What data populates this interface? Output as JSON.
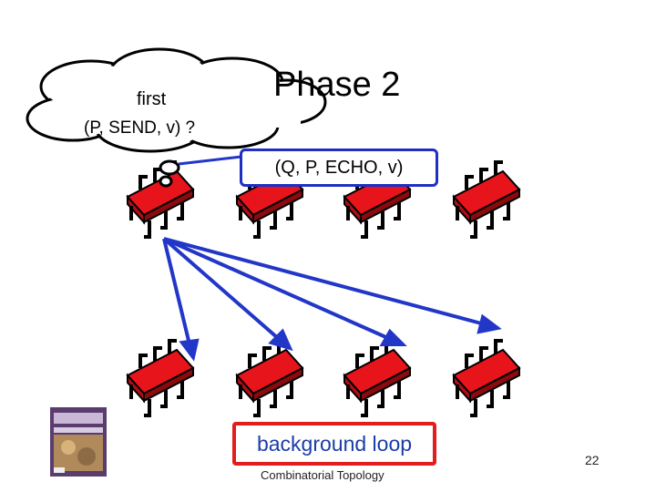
{
  "slide": {
    "title": "Phase 2",
    "thought": {
      "line1": "first",
      "line2": "(P, SEND, v) ?"
    },
    "echo_label": "(Q, P, ECHO, v)",
    "background_label": "background loop",
    "footer": "Combinatorial Topology",
    "page_number": "22"
  },
  "colors": {
    "chip": "#e8141b",
    "chip_dark": "#8a0a0e",
    "arrow": "#2236c8",
    "highlight_box": "#e31c1c"
  },
  "icons": [
    "chip-icon",
    "thought-cloud",
    "book-cover-image"
  ]
}
